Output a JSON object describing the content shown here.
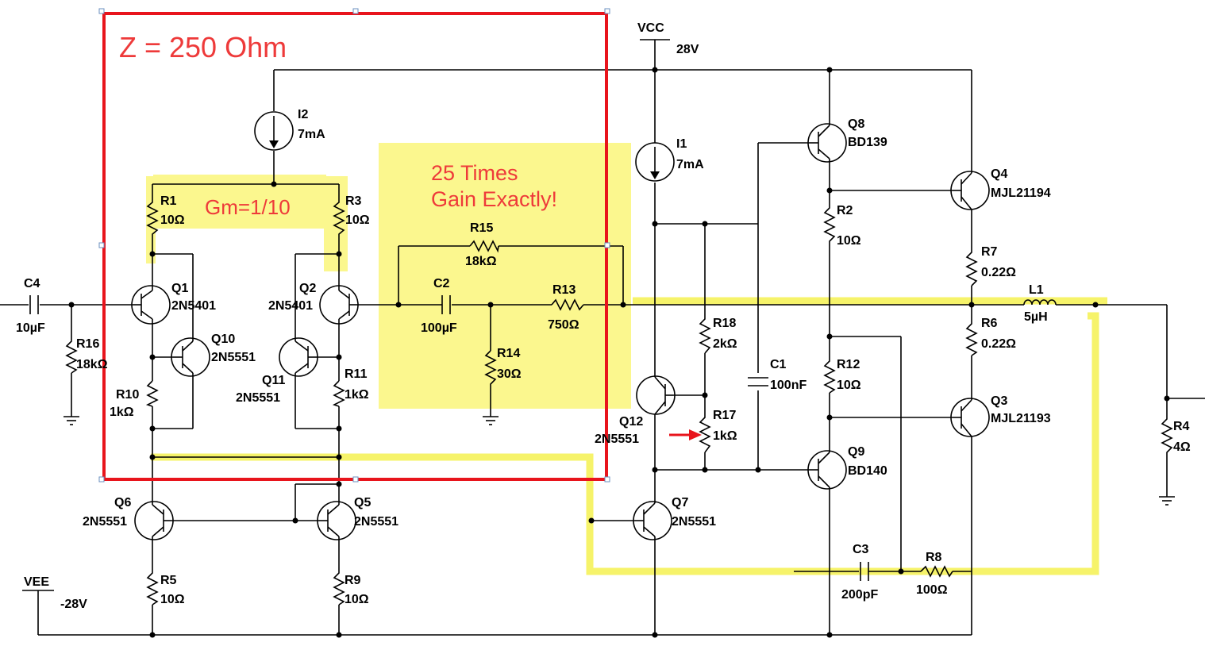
{
  "annotations": {
    "impedance": "Z = 250 Ohm",
    "gm": "Gm=1/10",
    "gain_line1": "25 Times",
    "gain_line2": "Gain Exactly!"
  },
  "supplies": {
    "vcc_name": "VCC",
    "vcc_value": "28V",
    "vee_name": "VEE",
    "vee_value": "-28V"
  },
  "components": {
    "C4": {
      "ref": "C4",
      "value": "10µF"
    },
    "R16": {
      "ref": "R16",
      "value": "18kΩ"
    },
    "Q1": {
      "ref": "Q1",
      "value": "2N5401"
    },
    "Q2": {
      "ref": "Q2",
      "value": "2N5401"
    },
    "Q10": {
      "ref": "Q10",
      "value": "2N5551"
    },
    "Q11": {
      "ref": "Q11",
      "value": "2N5551"
    },
    "R1": {
      "ref": "R1",
      "value": "10Ω"
    },
    "R3": {
      "ref": "R3",
      "value": "10Ω"
    },
    "R10": {
      "ref": "R10",
      "value": "1kΩ"
    },
    "R11": {
      "ref": "R11",
      "value": "1kΩ"
    },
    "I2": {
      "ref": "I2",
      "value": "7mA"
    },
    "I1": {
      "ref": "I1",
      "value": "7mA"
    },
    "R15": {
      "ref": "R15",
      "value": "18kΩ"
    },
    "C2": {
      "ref": "C2",
      "value": "100µF"
    },
    "R13": {
      "ref": "R13",
      "value": "750Ω"
    },
    "R14": {
      "ref": "R14",
      "value": "30Ω"
    },
    "Q6": {
      "ref": "Q6",
      "value": "2N5551"
    },
    "Q5": {
      "ref": "Q5",
      "value": "2N5551"
    },
    "R5": {
      "ref": "R5",
      "value": "10Ω"
    },
    "R9": {
      "ref": "R9",
      "value": "10Ω"
    },
    "Q7": {
      "ref": "Q7",
      "value": "2N5551"
    },
    "Q12": {
      "ref": "Q12",
      "value": "2N5551"
    },
    "R18": {
      "ref": "R18",
      "value": "2kΩ"
    },
    "R17": {
      "ref": "R17",
      "value": "1kΩ"
    },
    "C1": {
      "ref": "C1",
      "value": "100nF"
    },
    "Q8": {
      "ref": "Q8",
      "value": "BD139"
    },
    "Q9": {
      "ref": "Q9",
      "value": "BD140"
    },
    "R2": {
      "ref": "R2",
      "value": "10Ω"
    },
    "R12": {
      "ref": "R12",
      "value": "10Ω"
    },
    "Q4": {
      "ref": "Q4",
      "value": "MJL21194"
    },
    "Q3": {
      "ref": "Q3",
      "value": "MJL21193"
    },
    "R7": {
      "ref": "R7",
      "value": "0.22Ω"
    },
    "R6": {
      "ref": "R6",
      "value": "0.22Ω"
    },
    "L1": {
      "ref": "L1",
      "value": "5µH"
    },
    "R4": {
      "ref": "R4",
      "value": "4Ω"
    },
    "C3": {
      "ref": "C3",
      "value": "200pF"
    },
    "R8": {
      "ref": "R8",
      "value": "100Ω"
    }
  },
  "colors": {
    "highlight": "#fbf78e",
    "box": "#e8141c",
    "annotation_text": "#ee3a3a",
    "arrow": "#e8141c",
    "wire": "#000000"
  }
}
